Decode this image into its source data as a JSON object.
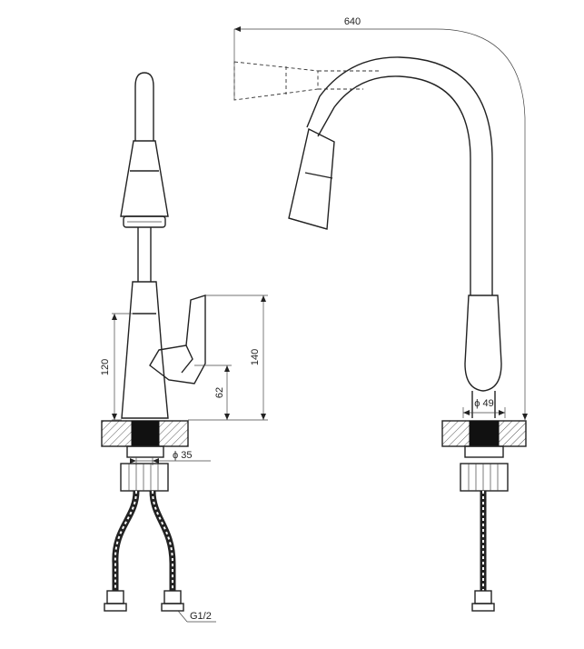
{
  "dimensions": {
    "total_reach": "640",
    "body_height": "120",
    "overall_height": "140",
    "lever_height": "62",
    "base_diameter": "ϕ 35",
    "body_diameter": "ϕ 49",
    "thread": "G1/2"
  },
  "colors": {
    "line": "#222222",
    "hatch": "#555555",
    "solid": "#111111"
  }
}
